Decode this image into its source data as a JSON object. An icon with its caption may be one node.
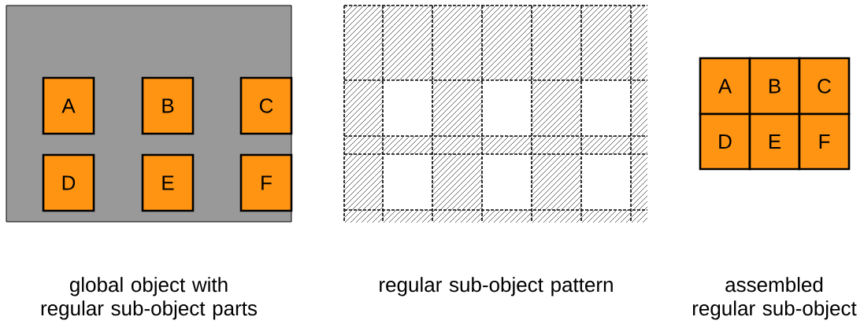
{
  "diagram": {
    "nodes": [
      {
        "text": [],
        "shape": "box"
      },
      {
        "text": [
          "A"
        ],
        "in": 0
      },
      {
        "text": [
          "B"
        ],
        "in": 0
      },
      {
        "text": [
          "C"
        ],
        "in": 0
      },
      {
        "text": [
          "D"
        ],
        "in": 0
      },
      {
        "text": [
          "E"
        ],
        "in": 0
      },
      {
        "text": [
          "F"
        ],
        "in": 0
      },
      {
        "text": [
          "A"
        ]
      },
      {
        "text": [
          "B"
        ]
      },
      {
        "text": [
          "C"
        ]
      },
      {
        "text": [
          "D"
        ]
      },
      {
        "text": [
          "E"
        ]
      },
      {
        "text": [
          "F"
        ]
      }
    ],
    "labels": [
      "global object with regular sub-object parts",
      "regular sub-object pattern",
      "assembled regular sub-object"
    ]
  }
}
